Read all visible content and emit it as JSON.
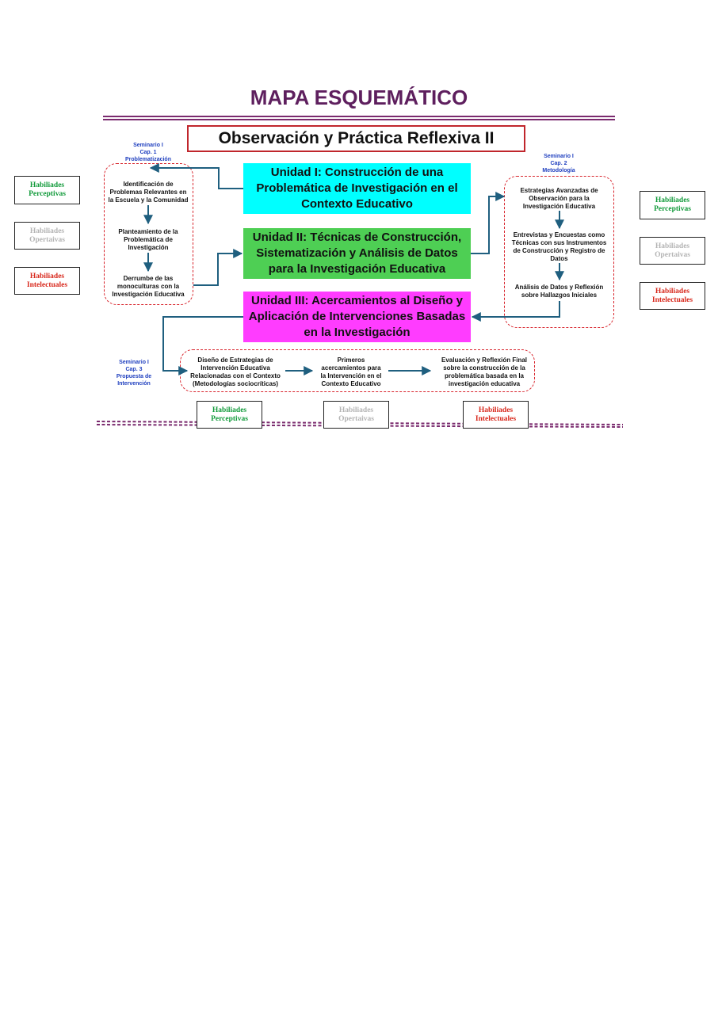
{
  "header": {
    "title": "MAPA ESQUEMÁTICO"
  },
  "course": {
    "title": "Observación y Práctica Reflexiva II"
  },
  "units": [
    {
      "label": "Unidad I: Construcción de una Problemática de Investigación en el Contexto Educativo",
      "color": "#00ffff"
    },
    {
      "label": "Unidad II: Técnicas de Construcción, Sistematización y Análisis de Datos para la Investigación Educativa",
      "color": "#4ecf54"
    },
    {
      "label": "Unidad III: Acercamientos al Diseño y Aplicación de Intervenciones Basadas en la Investigación",
      "color": "#ff3cff"
    }
  ],
  "seminars": {
    "cap1": {
      "line1": "Seminario I",
      "line2": "Cap. 1",
      "line3": "Problematización"
    },
    "cap2": {
      "line1": "Seminario I",
      "line2": "Cap. 2",
      "line3": "Metodología"
    },
    "cap3": {
      "line1": "Seminario I",
      "line2": "Cap. 3",
      "line3": "Propuesta de",
      "line4": "Intervención"
    }
  },
  "cap1_steps": [
    {
      "l1": "Identificación de",
      "l2": "Problemas Relevantes en",
      "l3": "la Escuela y la Comunidad"
    },
    {
      "l1": "Planteamiento de la",
      "l2": "Problemática de",
      "l3": "Investigación"
    },
    {
      "l1": "Derrumbe de las",
      "l2": "monoculturas con la",
      "l3": "Investigación Educativa"
    }
  ],
  "cap2_steps": [
    {
      "l1": "Estrategias Avanzadas de",
      "l2": "Observación para la",
      "l3": "Investigación Educativa",
      "l4": ""
    },
    {
      "l1": "Entrevistas y Encuestas como",
      "l2": "Técnicas con sus Instrumentos",
      "l3": "de Construcción y Registro de",
      "l4": "Datos"
    },
    {
      "l1": "Análisis de Datos y Reflexión",
      "l2": "sobre Hallazgos Iniciales",
      "l3": "",
      "l4": ""
    }
  ],
  "cap3_steps": [
    {
      "l1": "Diseño de Estrategias de",
      "l2": "Intervención Educativa",
      "l3": "Relacionadas con el Contexto",
      "l4": "(Metodologías sociocríticas)"
    },
    {
      "l1": "Primeros",
      "l2": "acercamientos para",
      "l3": "la Intervención en el",
      "l4": "Contexto Educativo"
    },
    {
      "l1": "Evaluación y Reflexión Final",
      "l2": "sobre la construcción de la",
      "l3": "problemática basada en la",
      "l4": "investigación educativa"
    }
  ],
  "habilidades": {
    "perceptivas": {
      "l1": "Habiliades",
      "l2": "Perceptivas",
      "color": "#119a3a"
    },
    "operativas": {
      "l1": "Habiliades",
      "l2": "Opertaivas",
      "color": "#b4b4b4"
    },
    "intelectuales": {
      "l1": "Habiliades",
      "l2": "Intelectuales",
      "color": "#d8281c"
    }
  }
}
